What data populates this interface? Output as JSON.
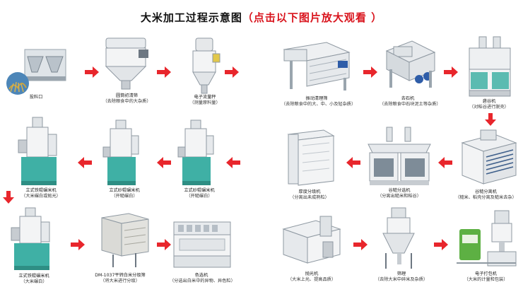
{
  "title": {
    "main": "大米加工过程示意图",
    "hint": "（点击以下图片放大观看 ）"
  },
  "steps": [
    {
      "id": "s1",
      "name": "投料口",
      "desc": "",
      "color": "#8ea6b8"
    },
    {
      "id": "s2",
      "name": "圆筒初清筛",
      "desc": "（去除粮食中的大杂质）",
      "color": "#d9dde2"
    },
    {
      "id": "s3",
      "name": "电子流量秤",
      "desc": "（测量原料量）",
      "color": "#e6e8ea"
    },
    {
      "id": "s4",
      "name": "振动清理筛",
      "desc": "（去除粮食中的大、中、小及轻杂质）",
      "color": "#e9ecef"
    },
    {
      "id": "s5",
      "name": "去石机",
      "desc": "（去除粮食中石块泥土等杂质）",
      "color": "#d5dade"
    },
    {
      "id": "s6",
      "name": "砻谷机",
      "desc": "（对稻谷进行脱壳）",
      "color": "#e7ebee"
    },
    {
      "id": "s7",
      "name": "谷糙分离机",
      "desc": "（糙米、稻壳分离及糙米去杂）",
      "color": "#dde2e6"
    },
    {
      "id": "s8",
      "name": "谷糙分选机",
      "desc": "（分离出糙米和稻谷）",
      "color": "#d8dde1"
    },
    {
      "id": "s9",
      "name": "厚度分级机",
      "desc": "（分离出未成熟粒）",
      "color": "#e6e9ec"
    },
    {
      "id": "s10",
      "name": "立式砂辊碾米机",
      "desc": "（开糙碾白）",
      "color": "#e9eef0"
    },
    {
      "id": "s11",
      "name": "立式砂辊碾米机",
      "desc": "（开糙碾白）",
      "color": "#e9eef0"
    },
    {
      "id": "s12",
      "name": "立式铁辊碾米机",
      "desc": "（大米碾白或抛光）",
      "color": "#e9eef0"
    },
    {
      "id": "s13",
      "name": "立式铁辊碾米机",
      "desc": "（大米碾白）",
      "color": "#e9eef0"
    },
    {
      "id": "s14",
      "name": "DM-1037平转白米分级筛",
      "desc": "（将大米进行分级）",
      "color": "#d9d9d5"
    },
    {
      "id": "s15",
      "name": "色选机",
      "desc": "（分选出白米中的异物、异色粒）",
      "color": "#dfe3e6"
    },
    {
      "id": "s16",
      "name": "抛光机",
      "desc": "（大米上光、提高品质）",
      "color": "#e6e9ec"
    },
    {
      "id": "s17",
      "name": "筛理",
      "desc": "（去除大米中碎米及杂质）",
      "color": "#dfe3e6"
    },
    {
      "id": "s18",
      "name": "电子打包机",
      "desc": "（大米的计量和包装）",
      "color": "#e4e7ea"
    }
  ],
  "colors": {
    "arrow": "#e8262c",
    "title_hint": "#d9141d",
    "machine_teal": "#3fb0a5",
    "machine_gray": "#c9ced3",
    "machine_dark": "#6d7782",
    "motor_blue": "#2f5da8",
    "bag_green": "#5db043"
  }
}
